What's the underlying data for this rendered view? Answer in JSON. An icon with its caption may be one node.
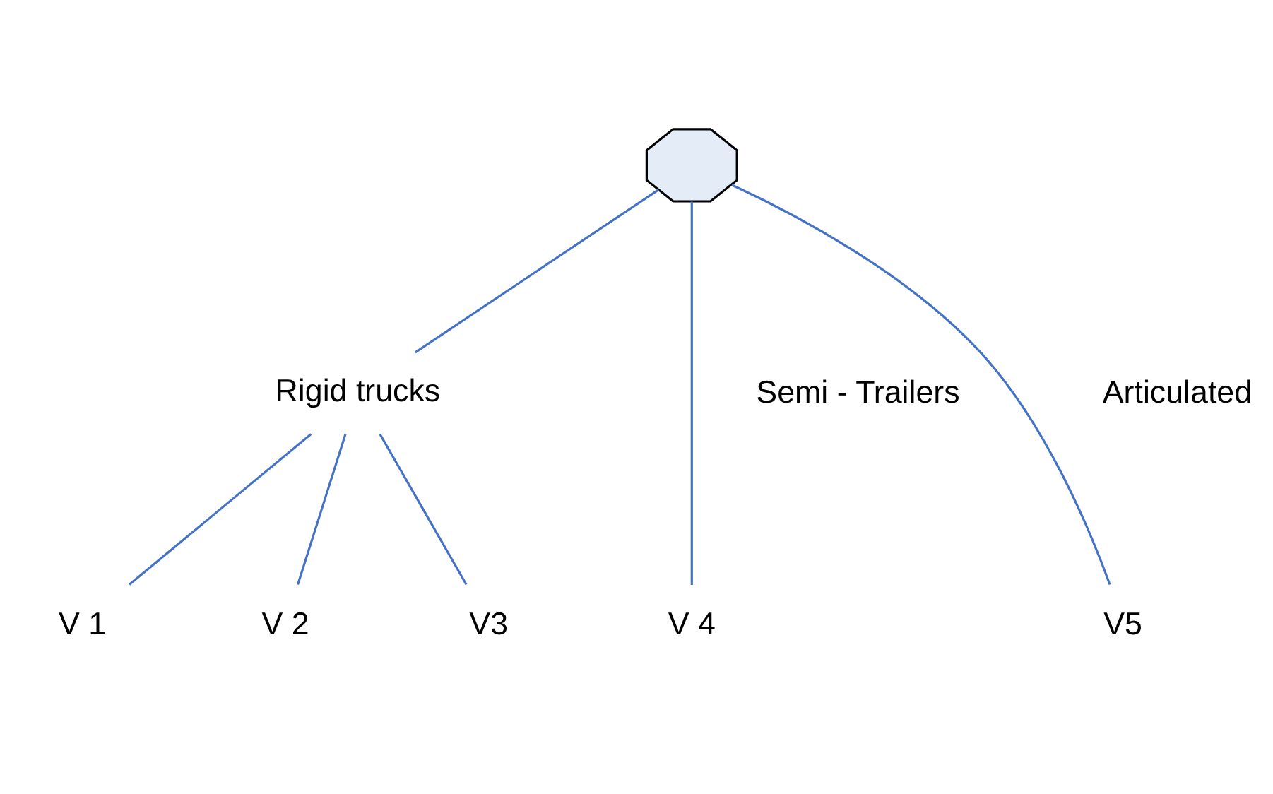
{
  "diagram": {
    "nodes": [
      {
        "text": [],
        "shape": "octagon"
      },
      {
        "text": [
          "Rigid trucks"
        ]
      },
      {
        "text": [
          "V 1"
        ]
      },
      {
        "text": [
          "V 2"
        ]
      },
      {
        "text": [
          "V3"
        ]
      },
      {
        "text": [
          "V 4"
        ]
      },
      {
        "text": [
          "V5"
        ]
      }
    ],
    "edges": [
      {
        "from": 0,
        "to": 1,
        "arrow": "none"
      },
      {
        "from": 1,
        "to": 2,
        "arrow": "none"
      },
      {
        "from": 1,
        "to": 3,
        "arrow": "none"
      },
      {
        "from": 1,
        "to": 4,
        "arrow": "none"
      },
      {
        "from": 0,
        "to": 5,
        "arrow": "none",
        "label": "Semi - Trailers"
      },
      {
        "from": 0,
        "to": 6,
        "arrow": "none",
        "label": "Articulated"
      }
    ]
  }
}
